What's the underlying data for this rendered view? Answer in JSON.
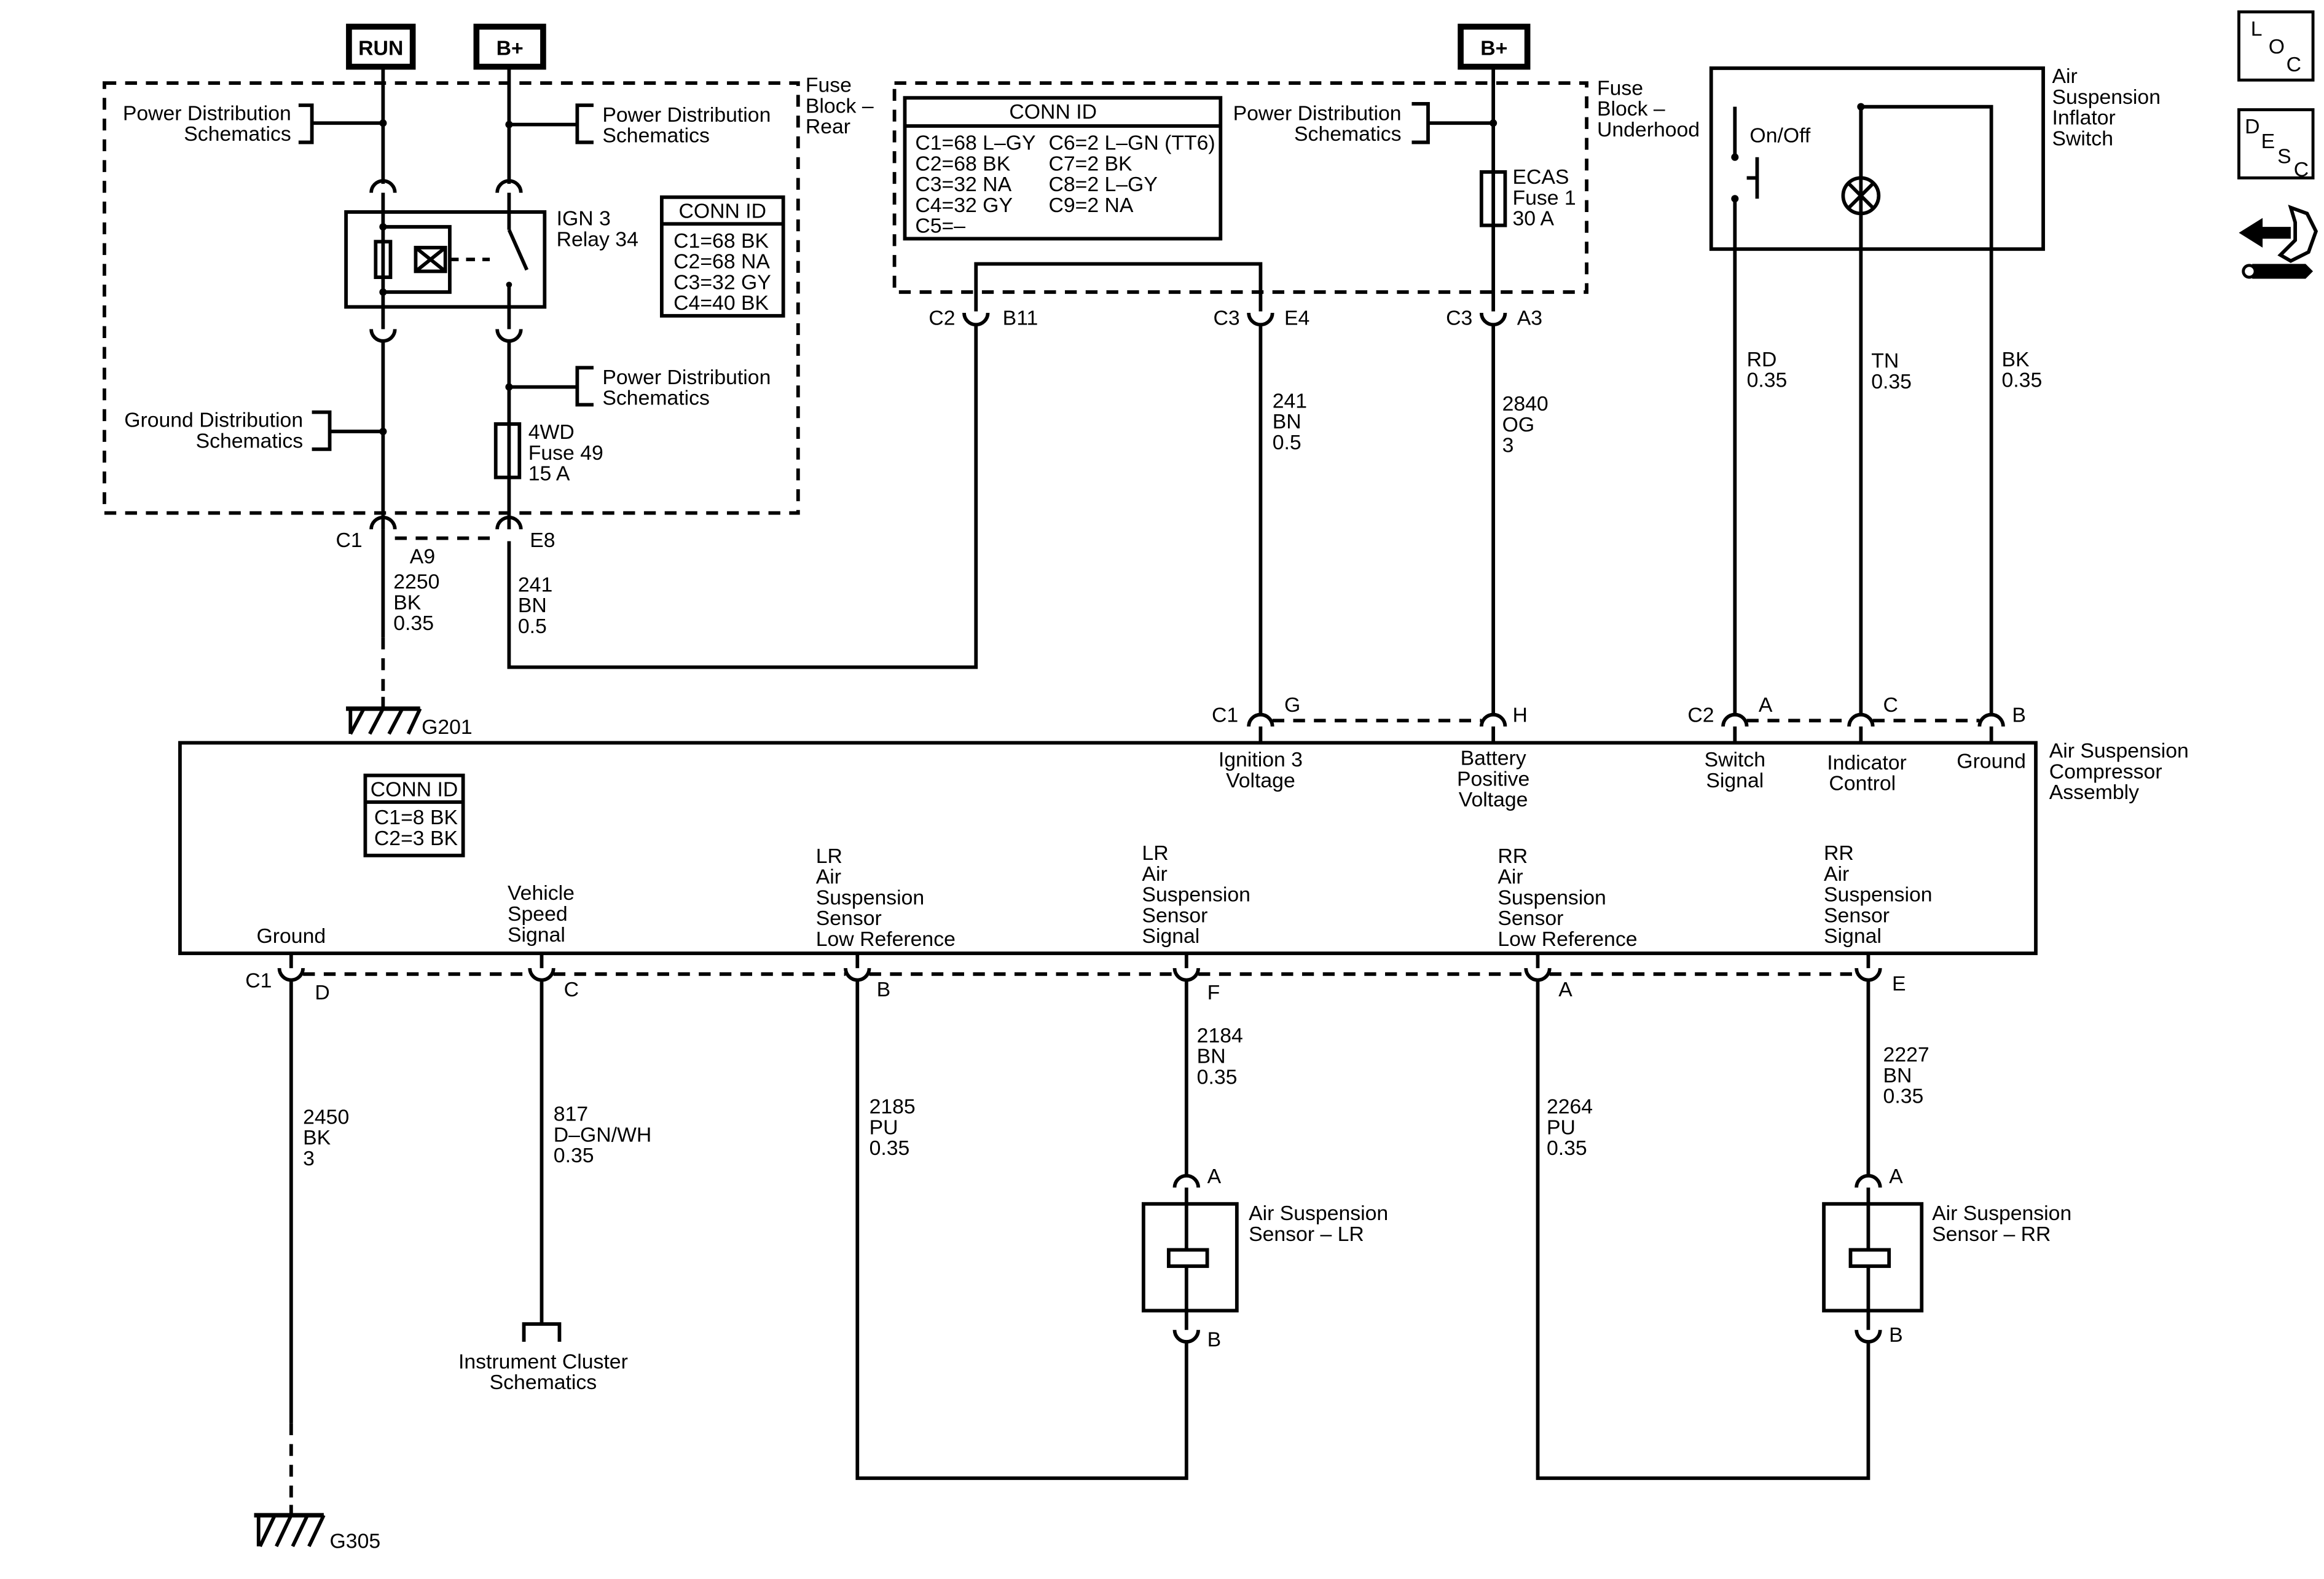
{
  "power_sources": {
    "run": "RUN",
    "bplus_left": "B+",
    "bplus_right": "B+"
  },
  "fuse_block_rear": {
    "title": [
      "Fuse",
      "Block –",
      "Rear"
    ],
    "pd_left": [
      "Power Distribution",
      "Schematics"
    ],
    "pd_right": [
      "Power Distribution",
      "Schematics"
    ],
    "pd_mid": [
      "Power Distribution",
      "Schematics"
    ],
    "ground_dist": [
      "Ground Distribution",
      "Schematics"
    ],
    "relay": [
      "IGN 3",
      "Relay 34"
    ],
    "fuse": [
      "4WD",
      "Fuse 49",
      "15 A"
    ],
    "conn_id_title": "CONN ID",
    "conn_id": [
      "C1=68 BK",
      "C2=68 NA",
      "C3=32 GY",
      "C4=40 BK"
    ]
  },
  "fuse_block_underhood": {
    "title": [
      "Fuse",
      "Block –",
      "Underhood"
    ],
    "conn_id_title": "CONN ID",
    "conn_id_left": [
      "C1=68 L–GY",
      "C2=68 BK",
      "C3=32 NA",
      "C4=32 GY",
      "C5=–"
    ],
    "conn_id_right": [
      "C6=2 L–GN (TT6)",
      "C7=2 BK",
      "C8=2 L–GY",
      "C9=2 NA"
    ],
    "pd": [
      "Power Distribution",
      "Schematics"
    ],
    "fuse": [
      "ECAS",
      "Fuse 1",
      "30 A"
    ]
  },
  "inflator_switch": {
    "title": [
      "Air",
      "Suspension",
      "Inflator",
      "Switch"
    ],
    "onoff": "On/Off"
  },
  "connectors": {
    "c2_b11": [
      "C2",
      "B11"
    ],
    "c3_e4": [
      "C3",
      "E4"
    ],
    "c3_a3": [
      "C3",
      "A3"
    ],
    "c1_a9": [
      "C1",
      "A9"
    ],
    "e8": "E8",
    "c1_g": [
      "C1",
      "G"
    ],
    "h": "H",
    "c2_a": [
      "C2",
      "A"
    ],
    "c": "C",
    "b": "B",
    "c1_d": [
      "C1",
      "D"
    ],
    "pin_c": "C",
    "pin_b": "B",
    "pin_f": "F",
    "pin_a": "A",
    "pin_e": "E",
    "lr_a": "A",
    "lr_b": "B",
    "rr_a": "A",
    "rr_b": "B"
  },
  "wires": {
    "w2250": [
      "2250",
      "BK",
      "0.35"
    ],
    "w241a": [
      "241",
      "BN",
      "0.5"
    ],
    "w241b": [
      "241",
      "BN",
      "0.5"
    ],
    "w2840": [
      "2840",
      "OG",
      "3"
    ],
    "rd": [
      "RD",
      "0.35"
    ],
    "tn": [
      "TN",
      "0.35"
    ],
    "bk": [
      "BK",
      "0.35"
    ],
    "w2450": [
      "2450",
      "BK",
      "3"
    ],
    "w817": [
      "817",
      "D–GN/WH",
      "0.35"
    ],
    "w2185": [
      "2185",
      "PU",
      "0.35"
    ],
    "w2184": [
      "2184",
      "BN",
      "0.35"
    ],
    "w2264": [
      "2264",
      "PU",
      "0.35"
    ],
    "w2227": [
      "2227",
      "BN",
      "0.35"
    ]
  },
  "grounds": {
    "g201": "G201",
    "g305": "G305"
  },
  "compressor": {
    "title": [
      "Air Suspension",
      "Compressor",
      "Assembly"
    ],
    "conn_id_title": "CONN ID",
    "conn_id": [
      "C1=8 BK",
      "C2=3 BK"
    ],
    "pin_ign3": [
      "Ignition 3",
      "Voltage"
    ],
    "pin_batt": [
      "Battery",
      "Positive",
      "Voltage"
    ],
    "pin_switch": [
      "Switch",
      "Signal"
    ],
    "pin_indicator": [
      "Indicator",
      "Control"
    ],
    "pin_ground_top": [
      "Ground"
    ],
    "pin_ground": [
      "Ground"
    ],
    "pin_vss": [
      "Vehicle",
      "Speed",
      "Signal"
    ],
    "pin_lr_ref": [
      "LR",
      "Air",
      "Suspension",
      "Sensor",
      "Low Reference"
    ],
    "pin_lr_sig": [
      "LR",
      "Air",
      "Suspension",
      "Sensor",
      "Signal"
    ],
    "pin_rr_ref": [
      "RR",
      "Air",
      "Suspension",
      "Sensor",
      "Low Reference"
    ],
    "pin_rr_sig": [
      "RR",
      "Air",
      "Suspension",
      "Sensor",
      "Signal"
    ]
  },
  "instrument_cluster": [
    "Instrument Cluster",
    "Schematics"
  ],
  "sensor_lr": [
    "Air Suspension",
    "Sensor – LR"
  ],
  "sensor_rr": [
    "Air Suspension",
    "Sensor – RR"
  ],
  "nav": {
    "loc": [
      "L",
      "O",
      "C"
    ],
    "desc": [
      "D",
      "E",
      "S",
      "C"
    ]
  }
}
